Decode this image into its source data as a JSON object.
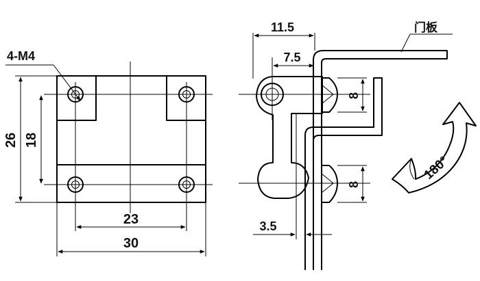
{
  "front_view": {
    "callout_label": "4-M4",
    "width_overall": "30",
    "hole_spacing_horizontal": "23",
    "height_overall": "26",
    "hole_spacing_vertical": "18"
  },
  "side_view": {
    "door_panel_label": "门板",
    "offset_outer": "11.5",
    "offset_inner": "7.5",
    "knuckle_upper": "8",
    "knuckle_lower": "8",
    "thickness": "3.5",
    "rotation_angle": "180°"
  }
}
